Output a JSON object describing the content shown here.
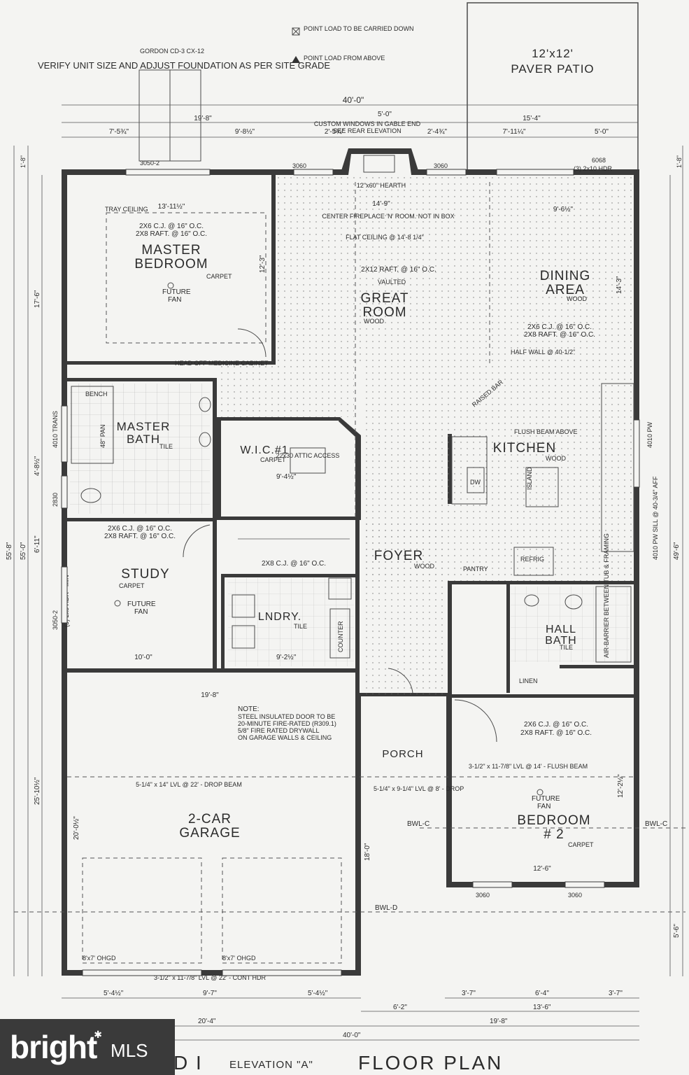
{
  "header_notes": {
    "point_load_down": "POINT LOAD TO BE CARRIED DOWN",
    "point_load_above": "POINT LOAD FROM ABOVE",
    "verify_note": "VERIFY UNIT SIZE AND ADJUST FOUNDATION AS PER SITE GRADE",
    "gordon_label": "GORDON CD-3 CX-12"
  },
  "patio": {
    "size": "12'x12'",
    "label": "PAVER PATIO"
  },
  "dimensions": {
    "top_overall": "40'-0\"",
    "top_left": "19'-8\"",
    "top_5_0": "5'-0\"",
    "top_15_4": "15'-4\"",
    "seg_7_5": "7'-5¾\"",
    "seg_9_8": "9'-8½\"",
    "seg_2_5": "2'-5¾\"",
    "seg_2_4": "2'-4¾\"",
    "seg_7_11": "7'-11¼\"",
    "seg_5_0": "5'-0\"",
    "left_1_8": "1'-8\"",
    "right_1_8": "1'-8\"",
    "left_17_6": "17'-6\"",
    "left_4_8": "4'-8½\"",
    "left_6_11": "6'-11\"",
    "left_55_8": "55'-8\"",
    "left_55_0": "55'-0\"",
    "left_25_10": "25'-10½\"",
    "right_49_6": "49'-6\"",
    "right_5_6": "5'-6\"",
    "bottom_5_4a": "5'-4½\"",
    "bottom_9_7": "9'-7\"",
    "bottom_5_4b": "5'-4½\"",
    "bottom_3_7a": "3'-7\"",
    "bottom_6_4": "6'-4\"",
    "bottom_3_7b": "3'-7\"",
    "bottom_6_2": "6'-2\"",
    "bottom_13_6": "13'-6\"",
    "bottom_20_4": "20'-4\"",
    "bottom_19_8": "19'-8\"",
    "bottom_40_0": "40'-0\""
  },
  "rooms": {
    "master_bedroom": {
      "name1": "MASTER",
      "name2": "BEDROOM",
      "floor": "CARPET",
      "fan1": "FUTURE",
      "fan2": "FAN",
      "joist1": "2X6 C.J. @ 16\" O.C.",
      "joist2": "2X8 RAFT. @ 16\" O.C.",
      "tray": "TRAY CEILING",
      "w": "13'-11½\"",
      "h": "12'-3\""
    },
    "great_room": {
      "name1": "GREAT",
      "name2": "ROOM",
      "floor": "WOOD",
      "flat": "FLAT CEILING @ 14'-8 1/4\"",
      "raft": "2X12 RAFT. @ 16\" O.C.",
      "vaulted": "VAULTED",
      "fireplace": "CENTER FIREPLACE 'N' ROOM. NOT IN BOX",
      "w": "14'-9\""
    },
    "dining": {
      "name1": "DINING",
      "name2": "AREA",
      "floor": "WOOD",
      "joist1": "2X6 C.J. @ 16\" O.C.",
      "joist2": "2X8 RAFT. @ 16\" O.C.",
      "half_wall": "HALF WALL @ 40-1/2\"",
      "w": "9'-6½\"",
      "h": "14'-3\""
    },
    "master_bath": {
      "name1": "MASTER",
      "name2": "BATH",
      "floor": "TILE",
      "bench": "BENCH",
      "pan": "48\" PAN",
      "cab": "HEAD OFF MEDICINE CABINET"
    },
    "wic": {
      "name": "W.I.C.#1",
      "floor": "CARPET",
      "attic": "22x30 ATTIC ACCESS",
      "w": "9'-4½\""
    },
    "kitchen": {
      "name": "KITCHEN",
      "floor": "WOOD",
      "raised": "RAISED BAR",
      "flush": "FLUSH BEAM ABOVE",
      "island": "ISLAND",
      "dw": "DW",
      "refrig": "REFRIG",
      "pantry": "PANTRY"
    },
    "study": {
      "name": "STUDY",
      "floor": "CARPET",
      "fan1": "FUTURE",
      "fan2": "FAN",
      "joist1": "2X6 C.J. @ 16\" O.C.",
      "joist2": "2X8 RAFT. @ 16\" O.C.",
      "w": "10'-0\""
    },
    "laundry": {
      "name": "LNDRY.",
      "floor": "TILE",
      "counter": "COUNTER",
      "w": "9'-2½\""
    },
    "foyer": {
      "name": "FOYER",
      "floor": "WOOD"
    },
    "hall_bath": {
      "name1": "HALL",
      "name2": "BATH",
      "floor": "TILE",
      "linen": "LINEN",
      "barrier": "AIR-BARRIER BETWEEN TUB & FRAMING"
    },
    "garage": {
      "name1": "2-CAR",
      "name2": "GARAGE",
      "beam": "5-1/4\" x 14\" LVL @ 22' - DROP BEAM",
      "hdr": "3-1/2\" x 11-7/8\" LVL @ 22' - CONT HDR",
      "door": "8'x7' OHGD",
      "w": "19'-8\"",
      "d": "20'-0½\""
    },
    "garage_note": {
      "title": "NOTE:",
      "l1": "STEEL INSULATED DOOR TO BE",
      "l2": "20-MINUTE FIRE-RATED (R309.1)",
      "l3": "5/8\" FIRE RATED DRYWALL",
      "l4": "ON GARAGE WALLS & CEILING"
    },
    "porch": {
      "name": "PORCH",
      "beam": "5-1/4\" x 9-1/4\" LVL @ 8' - DROP",
      "d": "18'-0\""
    },
    "bedroom2": {
      "name1": "BEDROOM",
      "name2": "# 2",
      "floor": "CARPET",
      "fan1": "FUTURE",
      "fan2": "FAN",
      "joist1": "2X6 C.J. @ 16\" O.C.",
      "joist2": "2X8 RAFT. @ 16\" O.C.",
      "beam": "3-1/2\" x 11-7/8\" LVL @ 14' - FLUSH BEAM",
      "w": "12'-6\"",
      "h": "12'-2½\""
    }
  },
  "windows": [
    "3050-2",
    "3060",
    "3060",
    "6068",
    "4010 TRANS",
    "2830",
    "3050-2",
    "3060",
    "3060",
    "4010 PW"
  ],
  "misc": {
    "bwl_d": "BWL-D",
    "bwl_c": "BWL-C",
    "bwl_c2": "BWL-C",
    "hdr_min": "(3) 2x8 HDR - MIN",
    "hdr_2x10": "(3) 2x10 HDR",
    "sill": "4010 PW SILL @ 40-3/4\" AFF"
  },
  "title_block": {
    "model": "D I",
    "elevation": "ELEVATION \"A\"",
    "title": "FLOOR PLAN"
  },
  "watermark": {
    "brand": "bright",
    "suffix": "MLS"
  }
}
